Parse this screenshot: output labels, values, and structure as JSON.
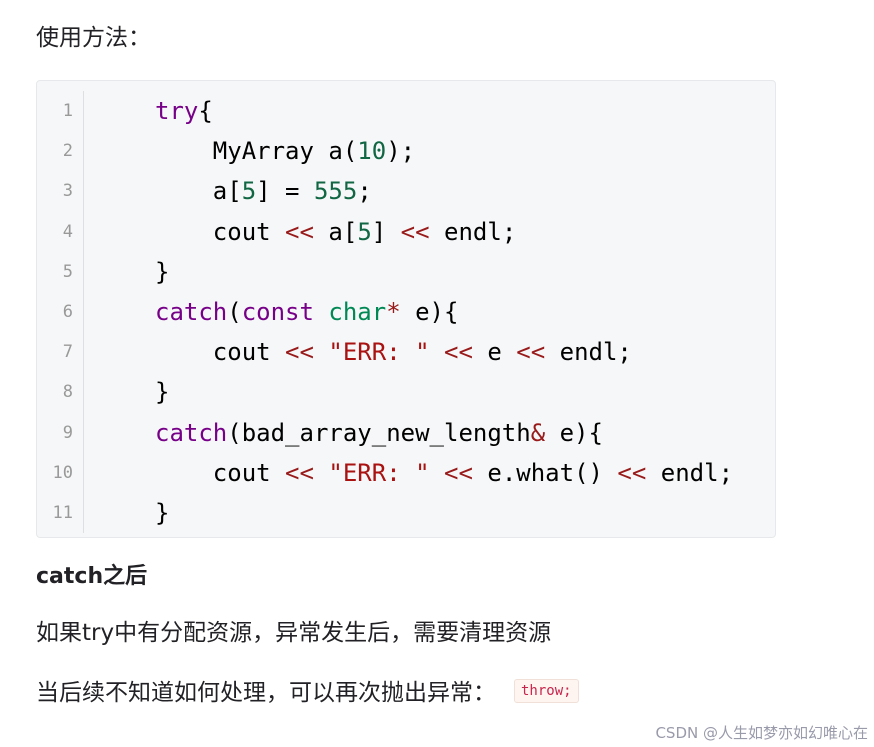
{
  "usage_label": "使用方法：",
  "code": {
    "line_numbers": [
      "1",
      "2",
      "3",
      "4",
      "5",
      "6",
      "7",
      "8",
      "9",
      "10",
      "11"
    ],
    "l1": {
      "kw": "try",
      "rest": "{"
    },
    "l2": {
      "a": "MyArray a(",
      "n": "10",
      "b": ");"
    },
    "l3": {
      "a": "a[",
      "n1": "5",
      "b": "] = ",
      "n2": "555",
      "c": ";"
    },
    "l4": {
      "a": "cout ",
      "op1": "<<",
      "b": " a[",
      "n": "5",
      "c": "] ",
      "op2": "<<",
      "d": " endl;"
    },
    "l5": {
      "a": "}"
    },
    "l6": {
      "kw1": "catch",
      "a": "(",
      "kw2": "const",
      "b": " ",
      "ty": "char",
      "op": "*",
      "c": " e){"
    },
    "l7": {
      "a": "cout ",
      "op1": "<<",
      "b": " ",
      "str": "\"ERR: \"",
      "c": " ",
      "op2": "<<",
      "d": " e ",
      "op3": "<<",
      "e": " endl;"
    },
    "l8": {
      "a": "}"
    },
    "l9": {
      "kw": "catch",
      "a": "(bad_array_new_length",
      "op": "&",
      "b": " e){"
    },
    "l10": {
      "a": "cout ",
      "op1": "<<",
      "b": " ",
      "str": "\"ERR: \"",
      "c": " ",
      "op2": "<<",
      "d": " e.what() ",
      "op3": "<<",
      "e": " endl;"
    },
    "l11": {
      "a": "}"
    }
  },
  "after_catch_heading": "catch之后",
  "resource_text": "如果try中有分配资源，异常发生后，需要清理资源",
  "rethrow_text": "当后续不知道如何处理，可以再次抛出异常：",
  "throw_code": "throw;",
  "watermark": "CSDN @人生如梦亦如幻唯心在"
}
